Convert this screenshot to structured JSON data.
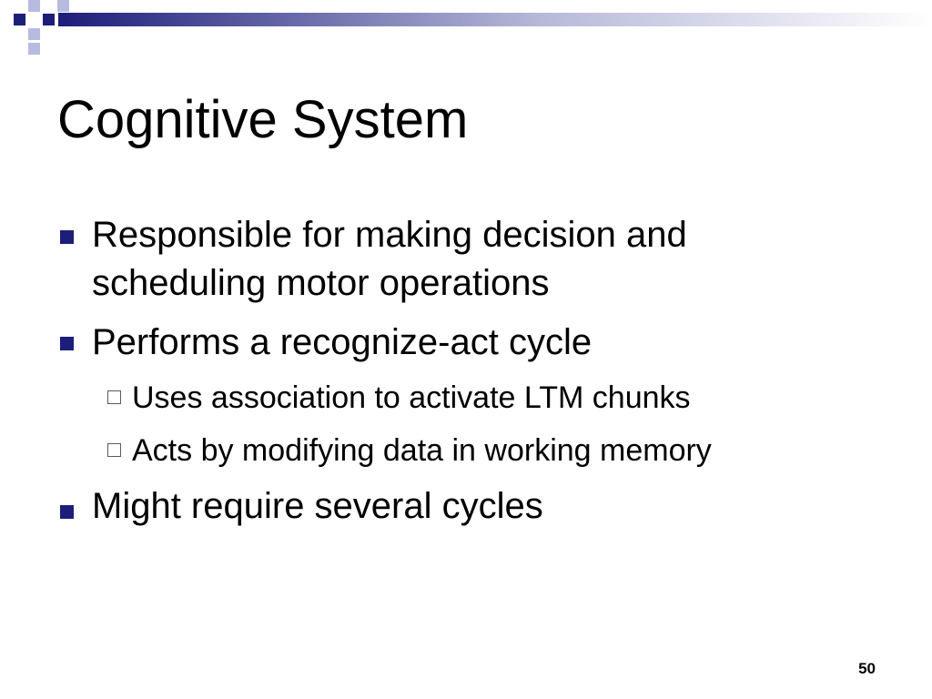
{
  "slide": {
    "title": "Cognitive System",
    "bullets": [
      {
        "lines": [
          "Responsible for making decision and",
          "scheduling motor operations"
        ]
      },
      {
        "lines": [
          "Performs a recognize-act cycle"
        ],
        "sub_bullets": [
          "Uses association to activate LTM chunks",
          "Acts by modifying data in working memory"
        ]
      },
      {
        "lines": [
          "Might require several cycles"
        ]
      }
    ],
    "page_number": "50"
  },
  "colors": {
    "banner_dark": "#1d1d7a",
    "banner_light": "#ffffff",
    "bullet_square": "#1d1d7a",
    "sub_bullet_border": "#5a5a5a"
  }
}
